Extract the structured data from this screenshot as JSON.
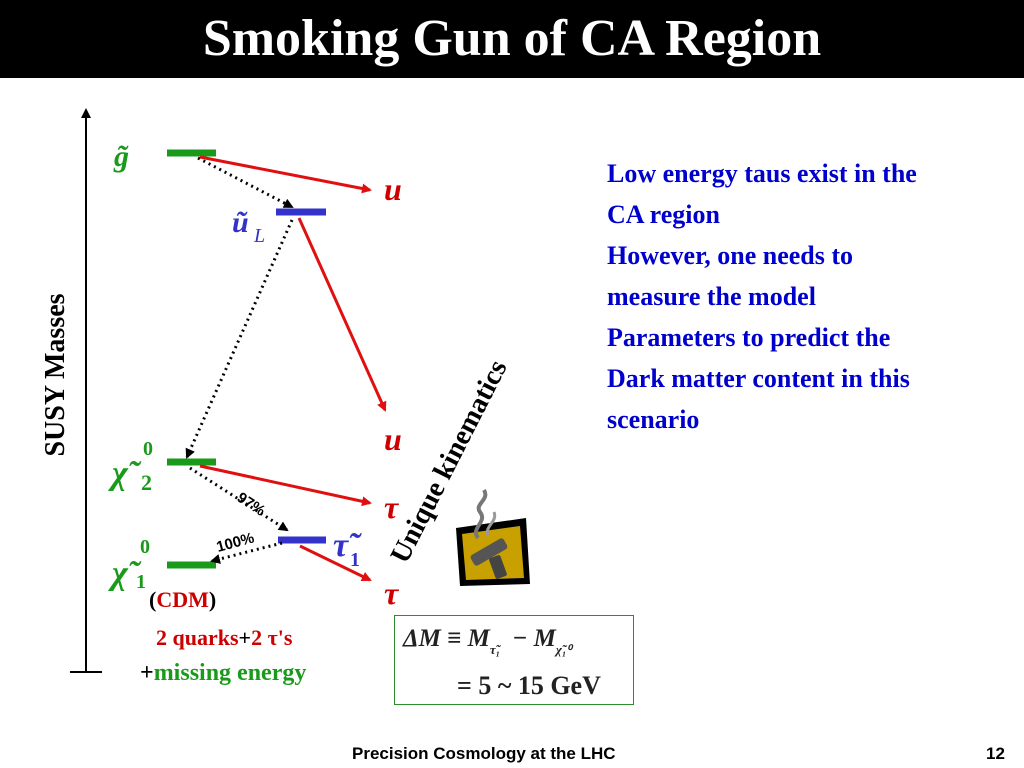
{
  "title": "Smoking Gun of CA Region",
  "axis_label": "SUSY Masses",
  "particles": {
    "gluino": "g̃",
    "squark": "ũ",
    "squark_sub": "L",
    "neutralino2": "χ̃",
    "neutralino2_sup": "0",
    "neutralino2_sub": "2",
    "stau": "τ̃",
    "stau_sub": "1",
    "neutralino1": "χ̃",
    "neutralino1_sup": "0",
    "neutralino1_sub": "1"
  },
  "products": {
    "u_top": "u",
    "u_mid": "u",
    "tau_mid": "τ",
    "tau_bottom": "τ"
  },
  "branching": {
    "p97": "97%",
    "p100": "100%"
  },
  "cdm_open": "(",
  "cdm_label": "CDM",
  "cdm_close": ")",
  "kinematics_label": "Unique kinematics",
  "signature": {
    "quarks": "2 quarks",
    "plus1": "+",
    "taus": "2 τ's",
    "plus2": "+",
    "missing": "missing energy"
  },
  "description_lines": [
    "Low energy taus exist in the",
    "CA region",
    "However, one needs to",
    "measure the model",
    "Parameters to predict the",
    "Dark matter content in this",
    "scenario"
  ],
  "formula": {
    "line1": "ΔM ≡ M",
    "sub1": "τ̃₁",
    "minus": "− M",
    "sub2": "χ̃₁⁰",
    "line2": "= 5 ~ 15  GeV"
  },
  "footer": {
    "text": "Precision Cosmology at the LHC",
    "page": "12"
  },
  "colors": {
    "green": "#1a9a1a",
    "blue": "#3333cc",
    "red": "#e01010",
    "dark_red": "#cc0000"
  },
  "icons": [
    "smoking-gun-icon"
  ]
}
